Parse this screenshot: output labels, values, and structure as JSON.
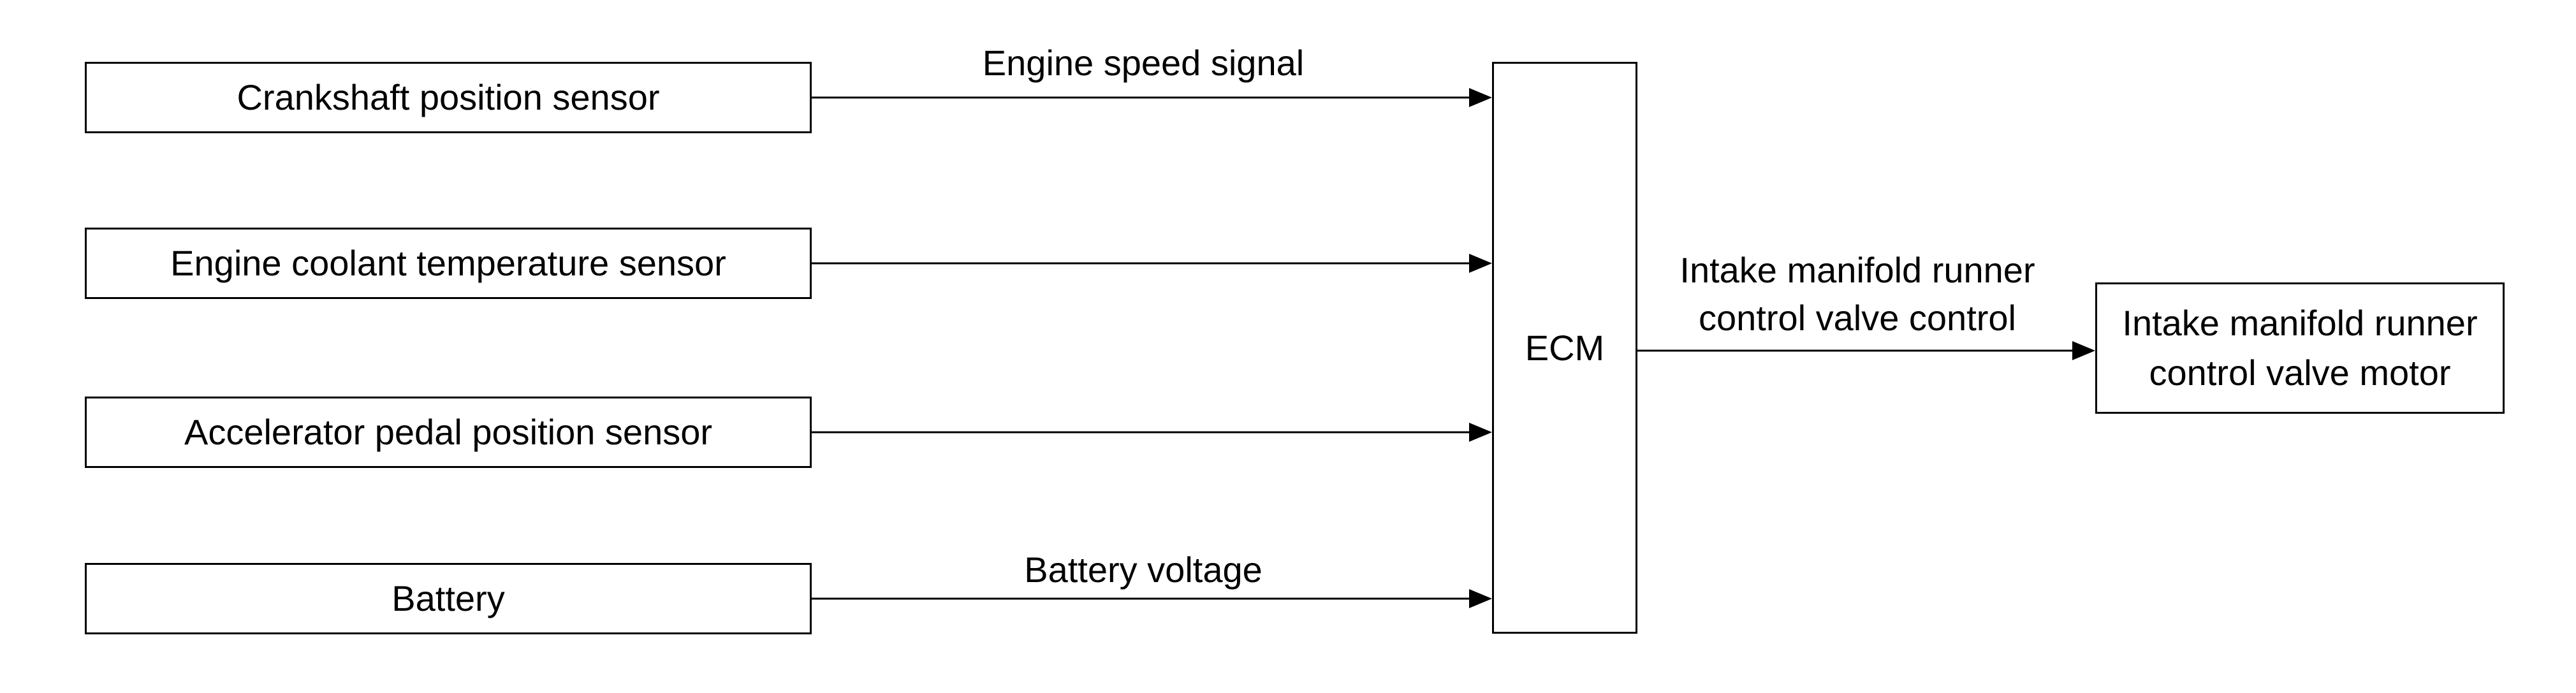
{
  "inputs": {
    "crankshaft": "Crankshaft position sensor",
    "coolant": "Engine coolant temperature sensor",
    "accelerator": "Accelerator pedal position sensor",
    "battery": "Battery"
  },
  "ecm": {
    "label": "ECM"
  },
  "output": {
    "line1": "Intake manifold runner",
    "line2": "control valve motor"
  },
  "signals": {
    "engine_speed": "Engine speed signal",
    "battery_voltage": "Battery voltage",
    "control_line1": "Intake manifold runner",
    "control_line2": "control valve control"
  },
  "colors": {
    "line": "#000000",
    "background": "#ffffff"
  }
}
